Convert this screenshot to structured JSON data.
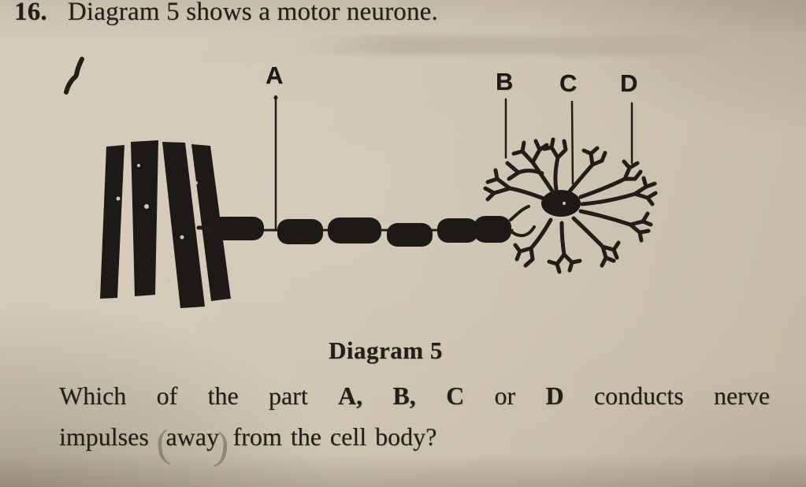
{
  "header": {
    "number": "16.",
    "title": "Diagram 5 shows a motor neurone."
  },
  "figure": {
    "label_a": "A",
    "label_b": "B",
    "label_c": "C",
    "label_d": "D",
    "caption": "Diagram 5"
  },
  "question": {
    "l1_pre": "Which of the part",
    "l1_A": "A,",
    "l1_B": "B,",
    "l1_C": "C",
    "l1_or": "or",
    "l1_D": "D",
    "l1_post": "conducts nerve",
    "l2_pre": "impulses",
    "l2_circled": "away",
    "l2_post": "from the cell body?",
    "pencil_open": "(",
    "pencil_close": ")"
  },
  "colors": {
    "paper": "#cfc5b3",
    "ink": "#211d17",
    "pencil": "#867d6c"
  }
}
